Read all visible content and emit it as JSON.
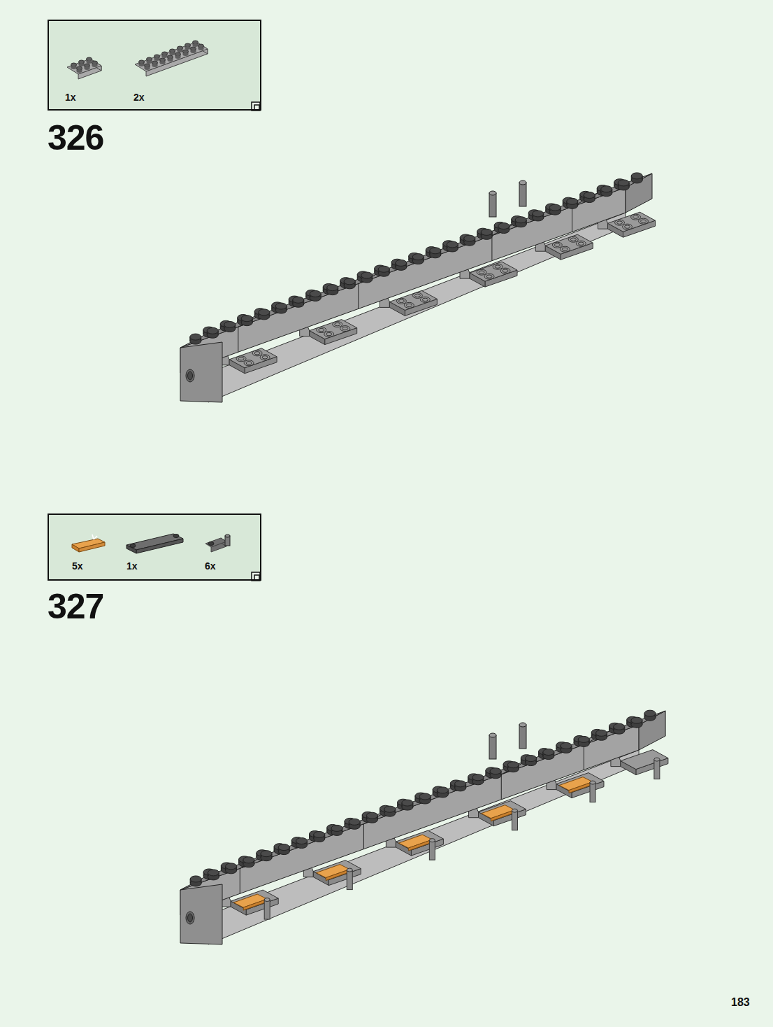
{
  "diagram": {
    "nodes": [
      {
        "text": [
          "1x",
          "2x"
        ]
      },
      {
        "text": [
          "5x",
          "1x",
          "6x"
        ]
      }
    ],
    "labels": [
      "326",
      "327",
      "183"
    ]
  }
}
